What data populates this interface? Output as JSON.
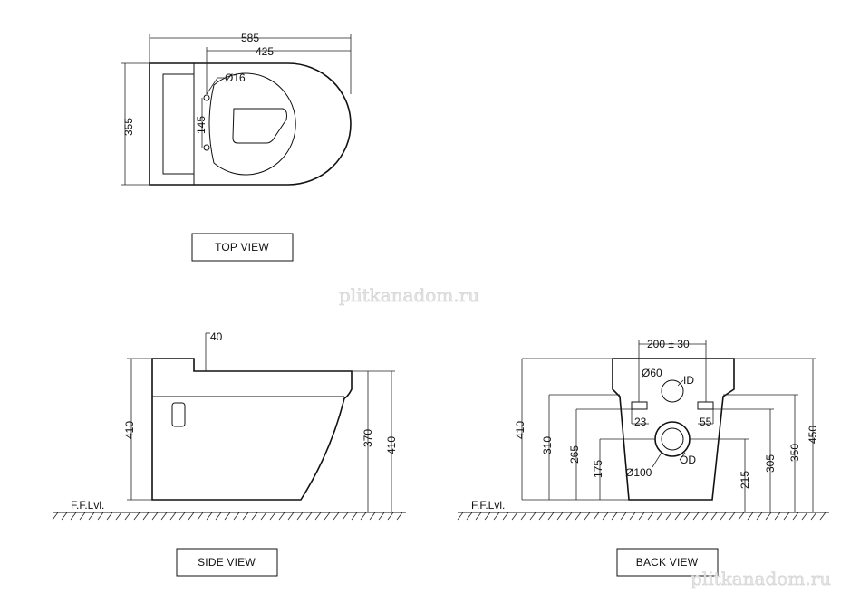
{
  "top_view": {
    "caption": "TOP VIEW",
    "dims": {
      "overall_length": "585",
      "bowl_length": "425",
      "overall_width": "355",
      "hole_spacing": "145",
      "hole_diameter": "Ø16"
    }
  },
  "side_view": {
    "caption": "SIDE VIEW",
    "floor_label": "F.F.Lvl.",
    "dims": {
      "step": "40",
      "height_left": "410",
      "rim_height": "370",
      "height_right": "410"
    }
  },
  "back_view": {
    "caption": "BACK VIEW",
    "floor_label": "F.F.Lvl.",
    "dims": {
      "bolt_spacing": "200 ± 30",
      "inlet_diameter": "Ø60",
      "inlet_label": "ID",
      "left_offset": "23",
      "right_offset": "55",
      "outlet_diameter": "Ø100",
      "outlet_label": "OD",
      "h410": "410",
      "h310": "310",
      "h265": "265",
      "h175": "175",
      "h215": "215",
      "h305": "305",
      "h350": "350",
      "h450": "450"
    }
  },
  "watermark": {
    "mid": "plitkanadom.ru",
    "corner": "plitkanadom.ru"
  }
}
